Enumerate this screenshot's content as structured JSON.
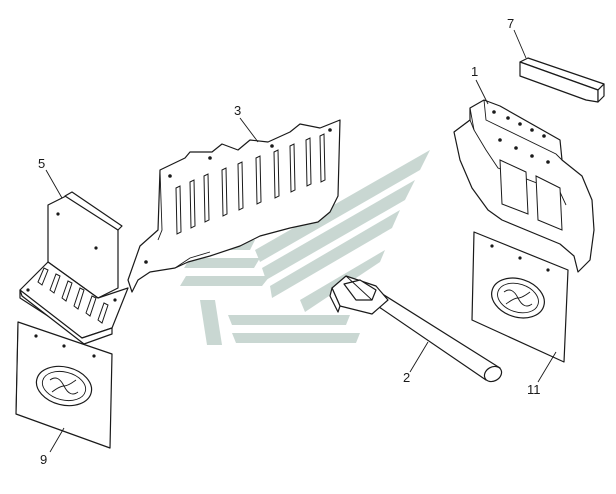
{
  "callouts": [
    {
      "id": "1",
      "label": "1"
    },
    {
      "id": "2",
      "label": "2"
    },
    {
      "id": "3",
      "label": "3"
    },
    {
      "id": "5",
      "label": "5"
    },
    {
      "id": "7",
      "label": "7"
    },
    {
      "id": "9",
      "label": "9"
    },
    {
      "id": "11",
      "label": "11"
    }
  ],
  "colors": {
    "line": "#1a1a1a",
    "watermark": "#c9d7d2",
    "background": "#ffffff"
  }
}
